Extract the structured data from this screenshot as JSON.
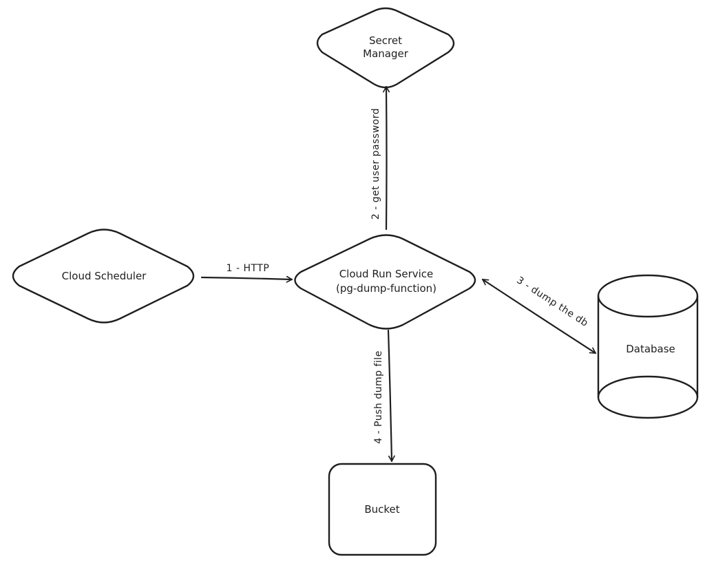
{
  "nodes": {
    "secret_manager": {
      "line1": "Secret",
      "line2": "Manager"
    },
    "cloud_scheduler": {
      "label": "Cloud Scheduler"
    },
    "cloud_run": {
      "line1": "Cloud Run Service",
      "line2": "(pg-dump-function)"
    },
    "database": {
      "label": "Database"
    },
    "bucket": {
      "label": "Bucket"
    }
  },
  "edges": {
    "http": {
      "label": "1 - HTTP"
    },
    "get_password": {
      "label": "2 - get user password"
    },
    "dump_db": {
      "label": "3 - dump the db"
    },
    "push_dump": {
      "label": "4 - Push dump file"
    }
  },
  "colors": {
    "stroke": "#1e1e1e",
    "background": "#ffffff"
  }
}
